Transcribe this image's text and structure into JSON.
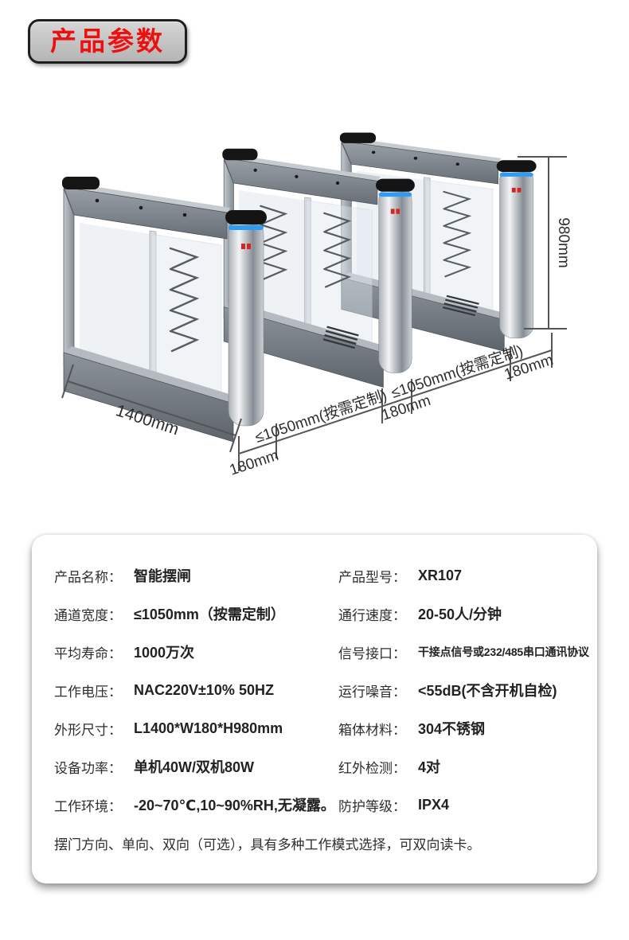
{
  "header": {
    "badge_label": "产品参数"
  },
  "colors": {
    "accent_red": "#ee0f0f",
    "led_blue": "#2e9bf5",
    "metal_gray": "#878e95"
  },
  "figure": {
    "dimension_labels": {
      "height": "980mm",
      "length": "1400mm",
      "depth": "180mm",
      "lane_width": "≤1050mm(按需定制)"
    }
  },
  "spec_card": {
    "columns": [
      {
        "rows": [
          {
            "label": "产品名称：",
            "value": "智能摆闸"
          },
          {
            "label": "通道宽度：",
            "value": "≤1050mm（按需定制）"
          },
          {
            "label": "平均寿命：",
            "value": "1000万次"
          },
          {
            "label": "工作电压：",
            "value": "NAC220V±10% 50HZ"
          },
          {
            "label": "外形尺寸：",
            "value": "L1400*W180*H980mm"
          },
          {
            "label": "设备功率：",
            "value": "单机40W/双机80W"
          },
          {
            "label": "工作环境：",
            "value": "-20~70℃,10~90%RH,无凝露。"
          }
        ]
      },
      {
        "rows": [
          {
            "label": "产品型号：",
            "value": "XR107"
          },
          {
            "label": "通行速度：",
            "value": "20-50人/分钟"
          },
          {
            "label": "信号接口：",
            "value": "干接点信号或232/485串口通讯协议"
          },
          {
            "label": "运行噪音：",
            "value": "<55dB(不含开机自检)"
          },
          {
            "label": "箱体材料：",
            "value": "304不锈钢"
          },
          {
            "label": "红外检测：",
            "value": "4对"
          },
          {
            "label": "防护等级：",
            "value": "IPX4"
          }
        ]
      }
    ],
    "footnote": "摆门方向、单向、双向（可选），具有多种工作模式选择，可双向读卡。"
  }
}
